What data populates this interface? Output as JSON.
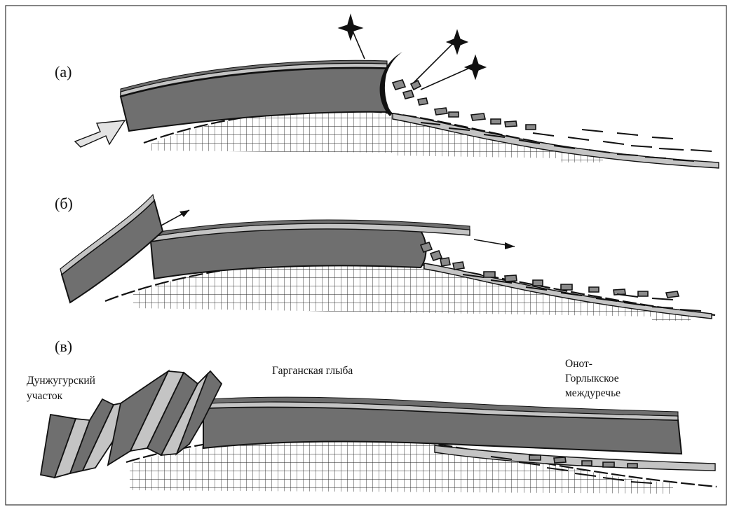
{
  "panels": [
    {
      "label": "(а)"
    },
    {
      "label": "(б)"
    },
    {
      "label": "(в)"
    }
  ],
  "regions": {
    "left": [
      "Дунжугурский",
      "участок"
    ],
    "center": "Гарганская глыба",
    "right": [
      "Онот-",
      "Горлыкское",
      "междуречье"
    ]
  },
  "colors": {
    "block_fill": "#6f6f6f",
    "light_layer": "#c4c4c4",
    "grid_line": "#222222",
    "arrow_fill": "#e3e3e3",
    "outline": "#111111"
  }
}
